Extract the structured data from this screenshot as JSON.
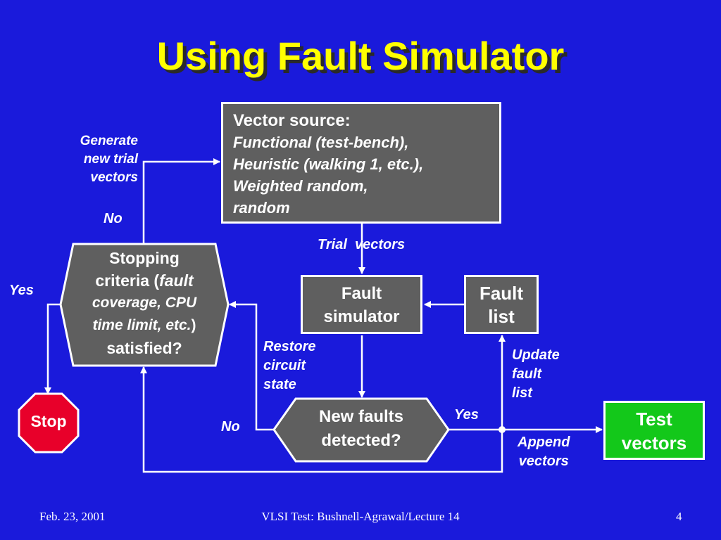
{
  "title": "Using Fault Simulator",
  "vector_source": {
    "heading": "Vector source:",
    "lines": [
      "Functional (test-bench),",
      "Heuristic (walking 1, etc.),",
      "Weighted random,",
      "random"
    ]
  },
  "fault_simulator": {
    "line1": "Fault",
    "line2": "simulator"
  },
  "fault_list": {
    "line1": "Fault",
    "line2": "list"
  },
  "stopping": {
    "line1": "Stopping",
    "line2_plain": "criteria (",
    "line2_italic": "fault",
    "line3": "coverage, CPU",
    "line4_italic": "time limit, etc.",
    "line4_close": ")",
    "line5": "satisfied?"
  },
  "new_faults": {
    "line1": "New faults",
    "line2": "detected?"
  },
  "stop": "Stop",
  "test_vectors": {
    "line1": "Test",
    "line2": "vectors"
  },
  "labels": {
    "generate": [
      "Generate",
      "new trial",
      "vectors"
    ],
    "no_top": "No",
    "yes_left": "Yes",
    "trial_vectors": "Trial  vectors",
    "restore": [
      "Restore",
      "circuit",
      "state"
    ],
    "update": [
      "Update",
      "fault",
      "list"
    ],
    "yes_right": "Yes",
    "no_bottom": "No",
    "append": [
      "Append",
      "vectors"
    ]
  },
  "footer": {
    "date": "Feb. 23, 2001",
    "center": "VLSI Test: Bushnell-Agrawal/Lecture 14",
    "page": "4"
  },
  "colors": {
    "background": "#1a1adb",
    "title": "#ffff00",
    "box": "#5f5f5f",
    "stop": "#e8002a",
    "test_vectors": "#13c81a"
  }
}
